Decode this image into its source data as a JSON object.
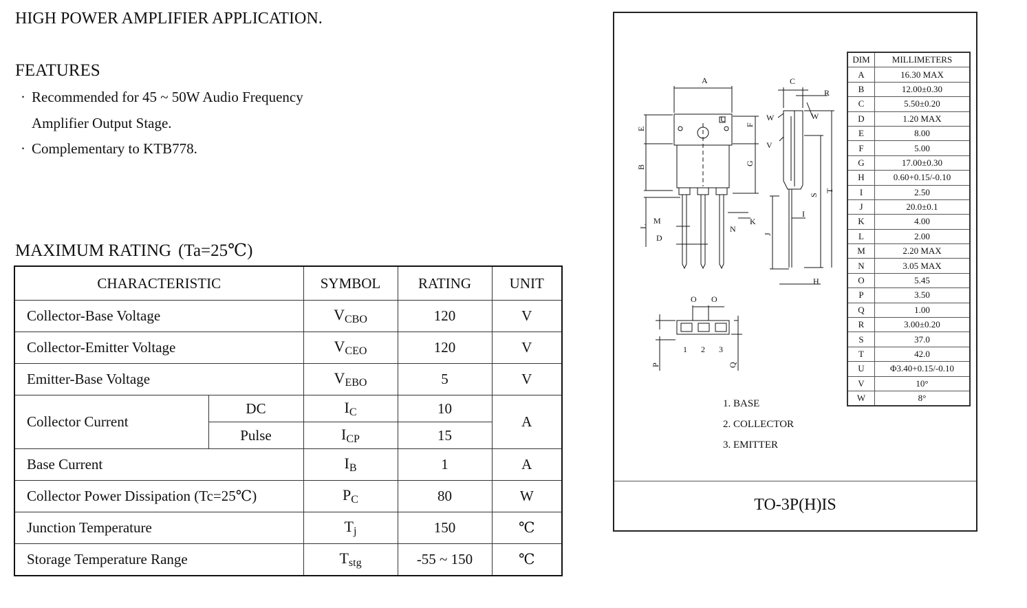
{
  "title": "HIGH POWER AMPLIFIER APPLICATION.",
  "features": {
    "heading": "FEATURES",
    "bullet": "·",
    "items": [
      "Recommended for 45 ~ 50W Audio Frequency",
      "Amplifier Output Stage.",
      "Complementary to KTB778."
    ]
  },
  "max_rating": {
    "heading": "MAXIMUM RATING",
    "condition": "(Ta=25℃)",
    "headers": [
      "CHARACTERISTIC",
      "SYMBOL",
      "RATING",
      "UNIT"
    ],
    "rows": [
      {
        "char": "Collector-Base Voltage",
        "sym": "V",
        "sub": "CBO",
        "rating": "120",
        "unit": "V"
      },
      {
        "char": "Collector-Emitter Voltage",
        "sym": "V",
        "sub": "CEO",
        "rating": "120",
        "unit": "V"
      },
      {
        "char": "Emitter-Base Voltage",
        "sym": "V",
        "sub": "EBO",
        "rating": "5",
        "unit": "V"
      },
      {
        "char": "Collector Current",
        "sub_label": "DC",
        "sym": "I",
        "sub": "C",
        "rating": "10",
        "unit": "A"
      },
      {
        "sub_label": "Pulse",
        "sym": "I",
        "sub": "CP",
        "rating": "15"
      },
      {
        "char": "Base Current",
        "sym": "I",
        "sub": "B",
        "rating": "1",
        "unit": "A"
      },
      {
        "char": "Collector Power Dissipation (Tc=25℃)",
        "sym": "P",
        "sub": "C",
        "rating": "80",
        "unit": "W"
      },
      {
        "char": "Junction Temperature",
        "sym": "T",
        "sub": "j",
        "rating": "150",
        "unit": "℃"
      },
      {
        "char": "Storage Temperature Range",
        "sym": "T",
        "sub": "stg",
        "rating": "-55 ~ 150",
        "unit": "℃"
      }
    ]
  },
  "package": {
    "name": "TO-3P(H)IS",
    "pins": [
      "1. BASE",
      "2. COLLECTOR",
      "3. EMITTER"
    ],
    "pin_numbers": [
      "1",
      "2",
      "3"
    ],
    "dim_labels": {
      "A": "A",
      "B": "B",
      "C": "C",
      "D": "D",
      "E": "E",
      "F": "F",
      "G": "G",
      "H": "H",
      "I": "I",
      "J": "J",
      "K": "K",
      "L": "L",
      "M": "M",
      "N": "N",
      "O": "O",
      "P": "P",
      "Q": "Q",
      "R": "R",
      "S": "S",
      "T": "T",
      "U": "U",
      "V": "V",
      "W": "W"
    },
    "dim_table": {
      "headers": [
        "DIM",
        "MILLIMETERS"
      ],
      "rows": [
        [
          "A",
          "16.30 MAX"
        ],
        [
          "B",
          "12.00±0.30"
        ],
        [
          "C",
          "5.50±0.20"
        ],
        [
          "D",
          "1.20 MAX"
        ],
        [
          "E",
          "8.00"
        ],
        [
          "F",
          "5.00"
        ],
        [
          "G",
          "17.00±0.30"
        ],
        [
          "H",
          "0.60+0.15/-0.10"
        ],
        [
          "I",
          "2.50"
        ],
        [
          "J",
          "20.0±0.1"
        ],
        [
          "K",
          "4.00"
        ],
        [
          "L",
          "2.00"
        ],
        [
          "M",
          "2.20 MAX"
        ],
        [
          "N",
          "3.05 MAX"
        ],
        [
          "O",
          "5.45"
        ],
        [
          "P",
          "3.50"
        ],
        [
          "Q",
          "1.00"
        ],
        [
          "R",
          "3.00±0.20"
        ],
        [
          "S",
          "37.0"
        ],
        [
          "T",
          "42.0"
        ],
        [
          "U",
          "Φ3.40+0.15/-0.10"
        ],
        [
          "V",
          "10°"
        ],
        [
          "W",
          "8°"
        ]
      ]
    }
  }
}
